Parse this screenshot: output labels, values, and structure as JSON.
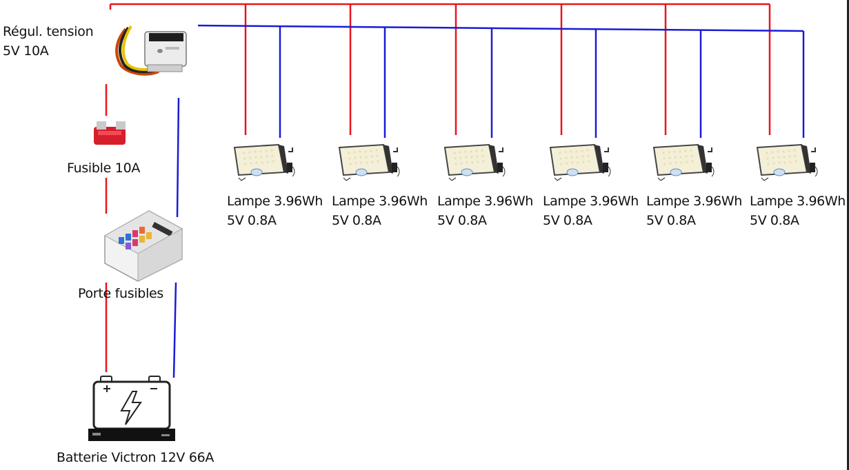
{
  "colors": {
    "positive": "#e8141c",
    "negative": "#1a1ad6"
  },
  "regulator": {
    "line1": "Régul. tension",
    "line2": "5V 10A",
    "icon": "voltage-regulator-icon"
  },
  "fuse": {
    "label": "Fusible 10A",
    "icon": "blade-fuse-icon"
  },
  "fuse_box": {
    "label": "Porte fusibles",
    "icon": "fuse-box-icon"
  },
  "battery": {
    "label": "Batterie Victron 12V 66A",
    "icon": "battery-icon"
  },
  "lamps": [
    {
      "line1": "Lampe 3.96Wh",
      "line2": "5V 0.8A"
    },
    {
      "line1": "Lampe 3.96Wh",
      "line2": "5V 0.8A"
    },
    {
      "line1": "Lampe 3.96Wh",
      "line2": "5V 0.8A"
    },
    {
      "line1": "Lampe 3.96Wh",
      "line2": "5V 0.8A"
    },
    {
      "line1": "Lampe 3.96Wh",
      "line2": "5V 0.8A"
    },
    {
      "line1": "Lampe 3.96Wh",
      "line2": "5V 0.8A"
    }
  ]
}
